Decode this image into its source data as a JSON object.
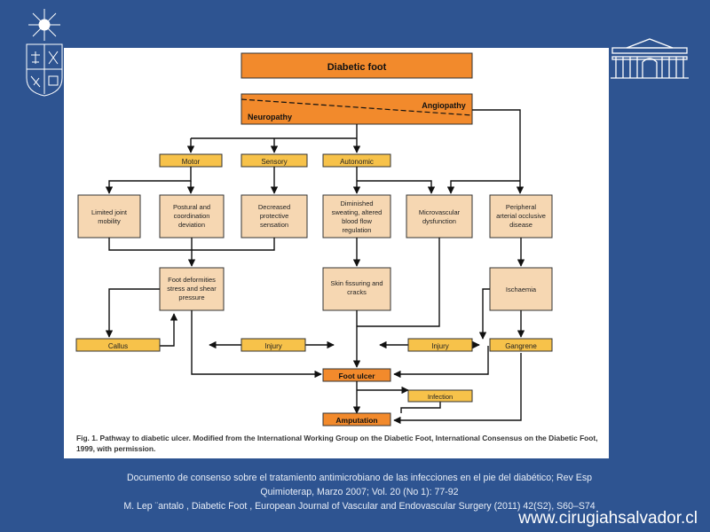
{
  "diagram": {
    "title": "Diabetic foot",
    "angiopathy": "Angiopathy",
    "neuropathy": "Neuropathy",
    "neuro_types": {
      "motor": "Motor",
      "sensory": "Sensory",
      "autonomic": "Autonomic"
    },
    "row2": {
      "limited_joint": [
        "Limited joint",
        "mobility"
      ],
      "postural": [
        "Postural and",
        "coordination",
        "deviation"
      ],
      "decreased": [
        "Decreased",
        "protective",
        "sensation"
      ],
      "diminished": [
        "Diminished",
        "sweating, altered",
        "blood flow",
        "regulation"
      ],
      "microvascular": [
        "Microvascular",
        "dysfunction"
      ],
      "peripheral": [
        "Peripheral",
        "arterial occlusive",
        "disease"
      ]
    },
    "row3": {
      "foot_deformities": [
        "Foot deformities",
        "stress and shear",
        "pressure"
      ],
      "skin_fissuring": [
        "Skin fissuring and",
        "cracks"
      ],
      "ischaemia": [
        "Ischaemia"
      ]
    },
    "callus": "Callus",
    "injury_left": "Injury",
    "injury_right": "Injury",
    "gangrene": "Gangrene",
    "foot_ulcer": "Foot ulcer",
    "infection": "Infection",
    "amputation": "Amputation",
    "caption": "Fig. 1. Pathway to diabetic ulcer. Modified from the International Working Group on the Diabetic Foot, International Consensus on the Diabetic Foot, 1999, with permission."
  },
  "references": {
    "line1": "Documento de consenso sobre el tratamiento antimicrobiano de las infecciones en el pie del diabético; Rev Esp",
    "line2": "Quimioterap, Marzo 2007; Vol. 20 (No 1): 77-92",
    "line3": "M. Lep ¨antalo , Diabetic Foot , European Journal of Vascular and Endovascular Surgery (2011) 42(S2), S60–S74"
  },
  "website": "www.cirugiahsalvador.cl",
  "colors": {
    "background": "#2e5491",
    "box_fill": "#f6d7b2",
    "label_fill": "#f7c24a",
    "header_fill": "#f28a2c"
  },
  "icons": {
    "logo_left": "university-crest-icon",
    "logo_right": "hospital-building-icon"
  }
}
